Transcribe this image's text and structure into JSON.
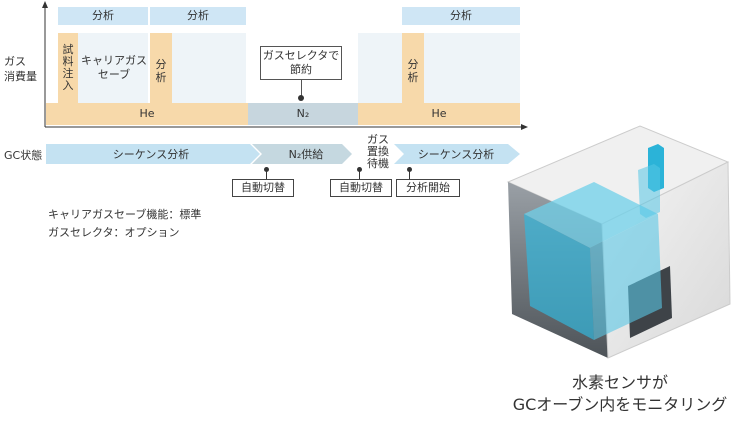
{
  "gas_consumption": {
    "axis_label": "ガス\n消費量",
    "analysis_label": "分析",
    "sample_injection": "試\n料\n注\n入",
    "carrier_save": "キャリアガス\nセーブ",
    "analysis_vertical": "分\n析",
    "selector_callout": "ガスセレクタで\n節約",
    "he_label": "He",
    "n2_label": "N₂"
  },
  "gc_state": {
    "axis_label": "GC状態",
    "stages": [
      {
        "label": "シーケンス分析",
        "color": "#c4e2f2"
      },
      {
        "label": "N₂供給",
        "color": "#c5d8e0"
      },
      {
        "label": "ガス\n置換\n待機",
        "color": "#ffffff"
      },
      {
        "label": "シーケンス分析",
        "color": "#c4e2f2"
      }
    ],
    "triggers": [
      "自動切替",
      "自動切替",
      "分析開始"
    ]
  },
  "notes": {
    "line1": "キャリアガスセーブ機能：標準",
    "line2": "ガスセレクタ：オプション"
  },
  "caption": {
    "line1": "水素センサが",
    "line2": "GCオーブン内をモニタリング"
  },
  "colors": {
    "analysis_band": "#cfe6f5",
    "carrier_fill": "#eef4f8",
    "he_band": "#f7d9aa",
    "n2_band": "#c7d6de",
    "sensor": "#2bb3d8"
  }
}
